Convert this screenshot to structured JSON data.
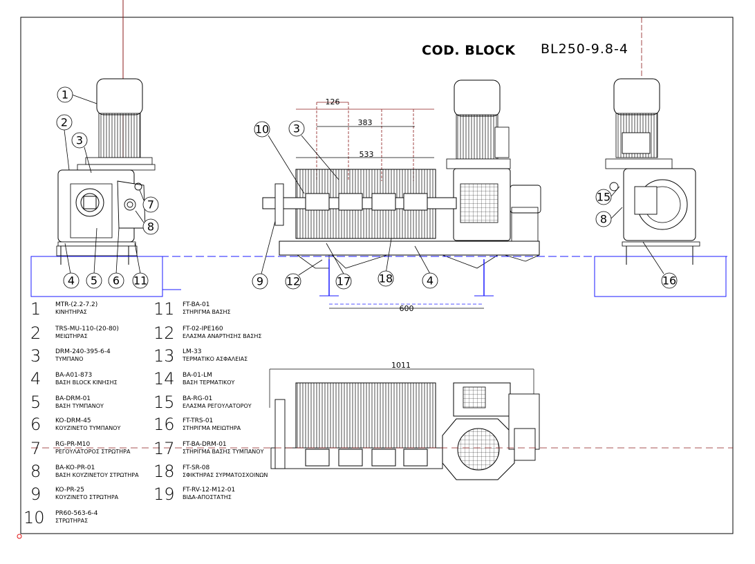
{
  "title": {
    "label": "COD. BLOCK",
    "code": "BL250-9.8-4"
  },
  "dimensions": {
    "d126": "126",
    "d383": "383",
    "d533": "533",
    "d600": "600",
    "d1011": "1011"
  },
  "balloons_left": [
    "1",
    "2",
    "3",
    "4",
    "5",
    "6",
    "11",
    "7",
    "8"
  ],
  "balloons_front": [
    "10",
    "3",
    "9",
    "12",
    "17",
    "18",
    "4"
  ],
  "balloons_right": [
    "15",
    "8",
    "16"
  ],
  "legend_left": [
    {
      "num": "1",
      "code": "MTR-(2.2-7.2)",
      "desc": "ΚΙΝΗΤΗΡΑΣ"
    },
    {
      "num": "2",
      "code": "TRS-MU-110-(20-80)",
      "desc": "ΜΕΙΩΤΗΡΑΣ"
    },
    {
      "num": "3",
      "code": "DRM-240-395-6-4",
      "desc": "ΤΥΜΠΑΝΟ"
    },
    {
      "num": "4",
      "code": "BA-A01-873",
      "desc": "ΒΑΣΗ BLOCK ΚΙΝΗΣΗΣ"
    },
    {
      "num": "5",
      "code": "BA-DRM-01",
      "desc": "ΒΑΣΗ ΤΥΜΠΑΝΟΥ"
    },
    {
      "num": "6",
      "code": "KO-DRM-45",
      "desc": "ΚΟΥΖΙΝΕΤΟ ΤΥΜΠΑΝΟΥ"
    },
    {
      "num": "7",
      "code": "RG-PR-M10",
      "desc": "ΡΕΓΟΥΛΑΤΟΡΟΣ ΣΤΡΩΤΗΡΑ"
    },
    {
      "num": "8",
      "code": "BA-KO-PR-01",
      "desc": "ΒΑΣΗ ΚΟΥΖΙΝΕΤΟΥ ΣΤΡΩΤΗΡΑ"
    },
    {
      "num": "9",
      "code": "KO-PR-25",
      "desc": "ΚΟΥΖΙΝΕΤΟ ΣΤΡΩΤΗΡΑ"
    },
    {
      "num": "10",
      "code": "PR60-563-6-4",
      "desc": "ΣΤΡΩΤΗΡΑΣ"
    }
  ],
  "legend_right": [
    {
      "num": "11",
      "code": "FT-BA-01",
      "desc": "ΣΤΗΡΙΓΜΑ ΒΑΣΗΣ"
    },
    {
      "num": "12",
      "code": "FT-02-IPE160",
      "desc": "ΕΛΑΣΜΑ ΑΝΑΡΤΗΣΗΣ ΒΑΣΗΣ"
    },
    {
      "num": "13",
      "code": "LM-33",
      "desc": "ΤΕΡΜΑΤΙΚΟ ΑΣΦΑΛΕΙΑΣ"
    },
    {
      "num": "14",
      "code": "BA-01-LM",
      "desc": "ΒΑΣΗ ΤΕΡΜΑΤΙΚΟΥ"
    },
    {
      "num": "15",
      "code": "BA-RG-01",
      "desc": "ΕΛΑΣΜΑ ΡΕΓΟΥΛΑΤΟΡΟΥ"
    },
    {
      "num": "16",
      "code": "FT-TRS-01",
      "desc": "ΣΤΗΡΙΓΜΑ ΜΕΙΩΤΗΡΑ"
    },
    {
      "num": "17",
      "code": "FT-BA-DRM-01",
      "desc": "ΣΤΗΡΙΓΜΑ ΒΑΣΗΣ ΤΥΜΠΑΝΟΥ"
    },
    {
      "num": "18",
      "code": "FT-SR-08",
      "desc": "ΣΦΙΚΤΗΡΑΣ ΣΥΡΜΑΤΟΣΧΟΙΝΩΝ"
    },
    {
      "num": "19",
      "code": "FT-RV-12-M12-01",
      "desc": "ΒΙΔΑ-ΑΠΟΣΤΑΤΗΣ"
    }
  ],
  "colors": {
    "line": "#000000",
    "centerline": "#1a1aff",
    "dimline": "#8b1a1a",
    "origin": "#e01010"
  }
}
